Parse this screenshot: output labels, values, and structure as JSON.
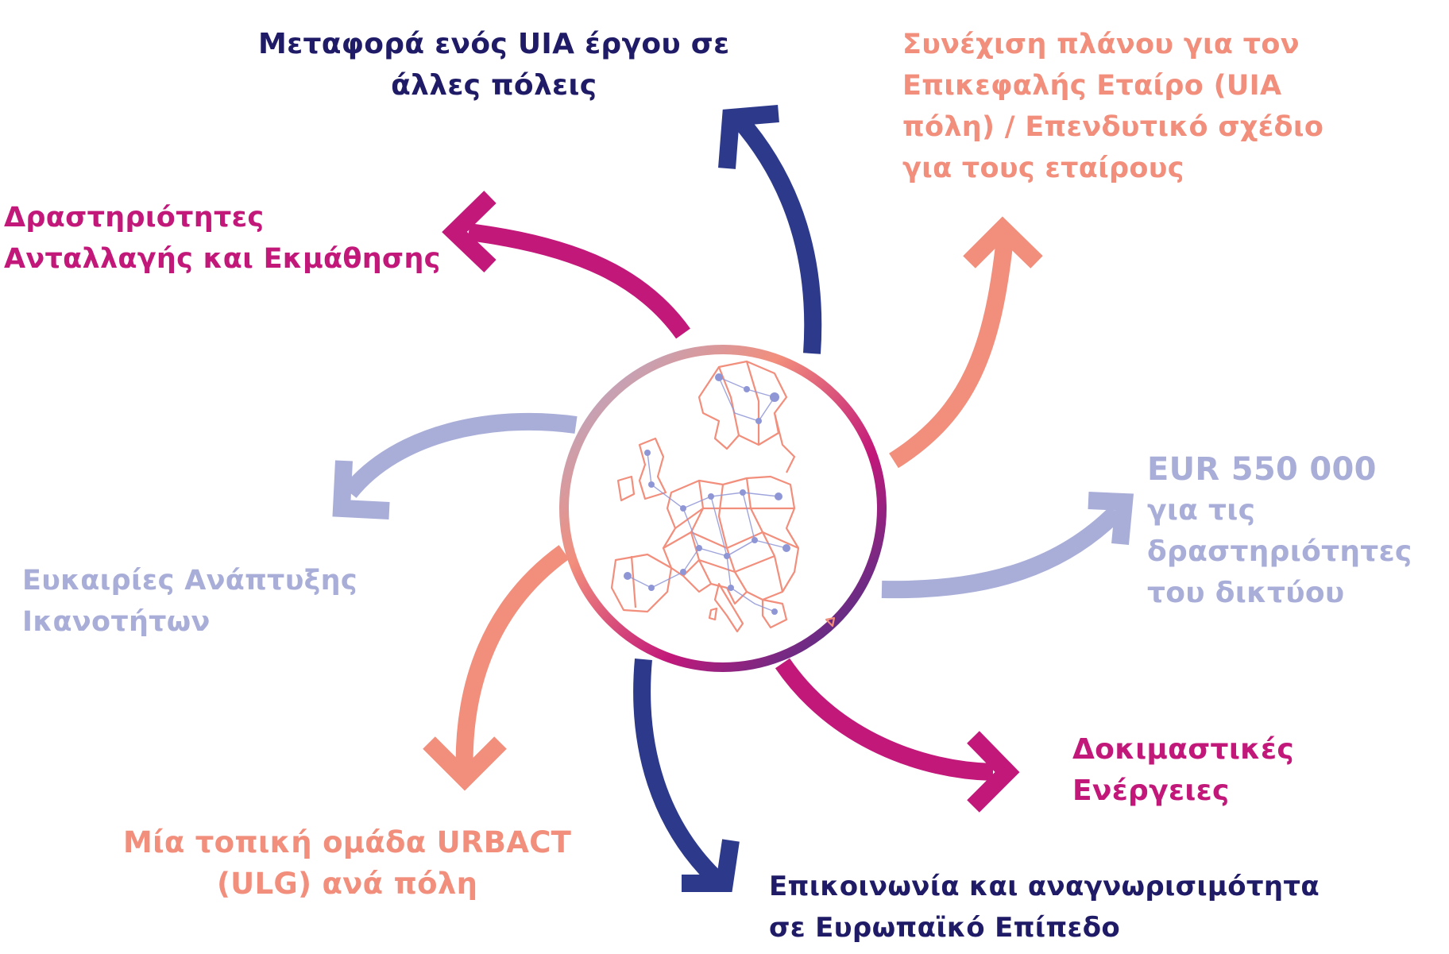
{
  "colors": {
    "navy": "#2d3a8c",
    "navy_text": "#1f1b66",
    "salmon": "#f28e7c",
    "magenta": "#c2187a",
    "lavender": "#a9aed8",
    "map_outline": "#f28e7c",
    "map_nodes": "#8f96d6"
  },
  "center": {
    "icon": "europe-network-map-icon"
  },
  "items": [
    {
      "key": "transfer",
      "color": "navy",
      "lines": [
        "Μεταφορά ενός UIA έργου σε",
        "άλλες πόλεις"
      ]
    },
    {
      "key": "plan",
      "color": "salmon",
      "lines": [
        "Συνέχιση πλάνου για τον",
        "Επικεφαλής Εταίρο (UIA",
        "πόλη) / Επενδυτικό σχέδιο",
        "για τους εταίρους"
      ]
    },
    {
      "key": "exchange",
      "color": "magenta",
      "lines": [
        "Δραστηριότητες",
        "Ανταλλαγής και Εκμάθησης"
      ]
    },
    {
      "key": "budget",
      "color": "lavender",
      "lines": [
        "EUR 550 000",
        "για τις",
        "δραστηριότητες",
        "του δικτύου"
      ]
    },
    {
      "key": "capacity",
      "color": "lavender",
      "lines": [
        "Ευκαιρίες Ανάπτυξης",
        "Ικανοτήτων"
      ]
    },
    {
      "key": "pilot",
      "color": "magenta",
      "lines": [
        "Δοκιμαστικές",
        "Ενέργειες"
      ]
    },
    {
      "key": "ulg",
      "color": "salmon",
      "lines": [
        "Μία τοπική ομάδα URBACT",
        "(ULG) ανά πόλη"
      ]
    },
    {
      "key": "communication",
      "color": "navy",
      "lines": [
        "Επικοινωνία και αναγνωρισιμότητα",
        "σε Ευρωπαϊκό Επίπεδο"
      ]
    }
  ]
}
